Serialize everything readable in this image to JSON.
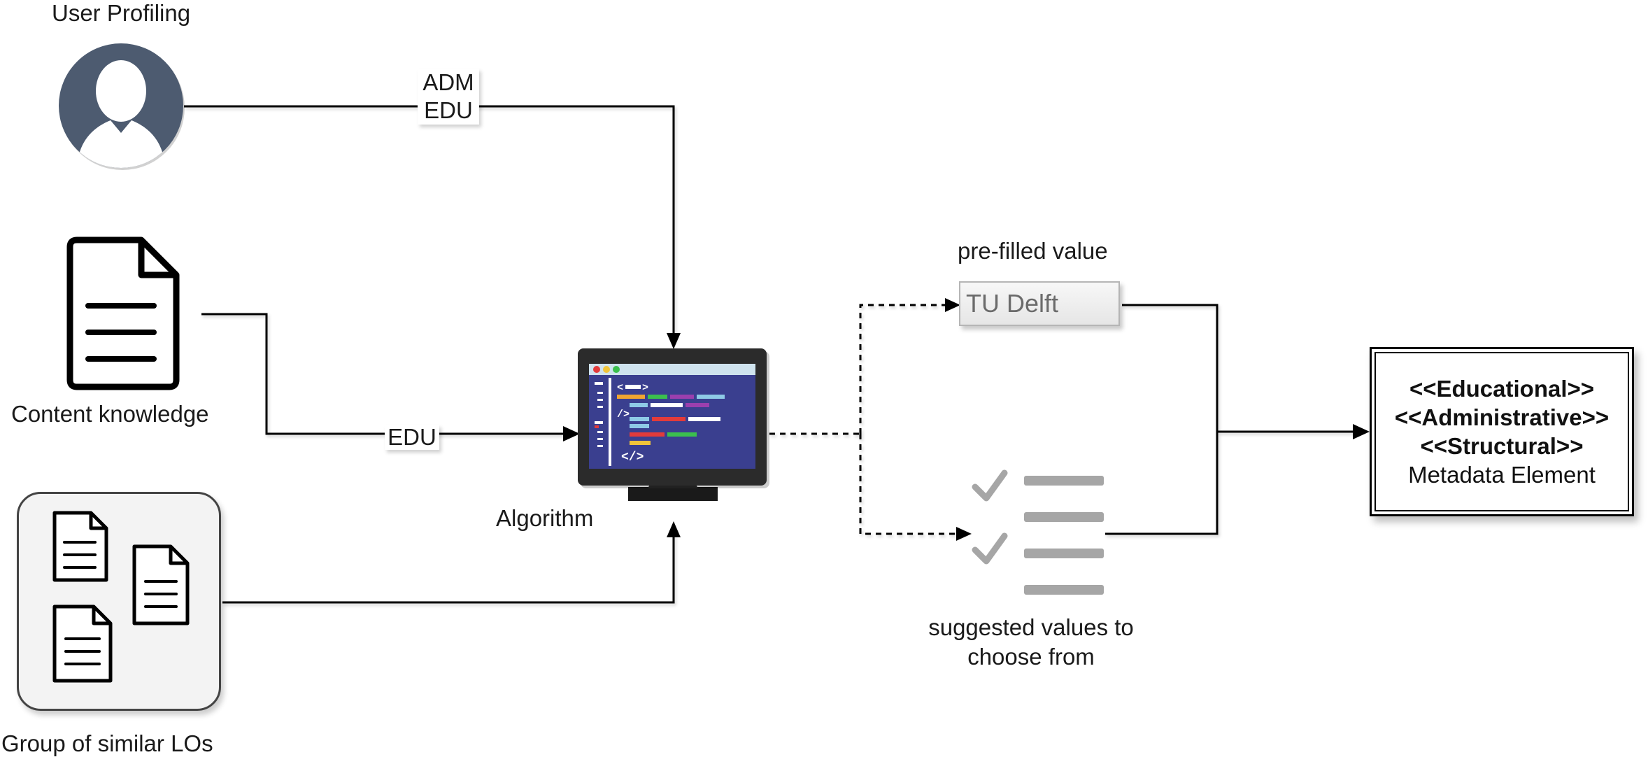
{
  "nodes": {
    "user": {
      "label": "User Profiling",
      "icon": "user-avatar-icon"
    },
    "content": {
      "label": "Content knowledge",
      "icon": "document-icon"
    },
    "group": {
      "label": "Group of similar LOs",
      "icon": "documents-group-icon"
    },
    "algorithm": {
      "label": "Algorithm",
      "icon": "code-monitor-icon"
    },
    "prefill": {
      "caption": "pre-filled value",
      "value": "TU Delft"
    },
    "suggested": {
      "caption_line1": "suggested values to",
      "caption_line2": "choose from",
      "icon": "checklist-icon"
    },
    "metadata": {
      "line1": "<<Educational>>",
      "line2": "<<Administrative>>",
      "line3": "<<Structural>>",
      "line4": "Metadata Element"
    }
  },
  "edges": {
    "user_to_algorithm": {
      "label_line1": "ADM",
      "label_line2": "EDU"
    },
    "content_to_algorithm": {
      "label": "EDU"
    }
  },
  "colors": {
    "avatar": "#4d5b70",
    "monitor_screen": "#3a3f8f",
    "stroke": "#000000",
    "check": "#a6a6a6"
  }
}
